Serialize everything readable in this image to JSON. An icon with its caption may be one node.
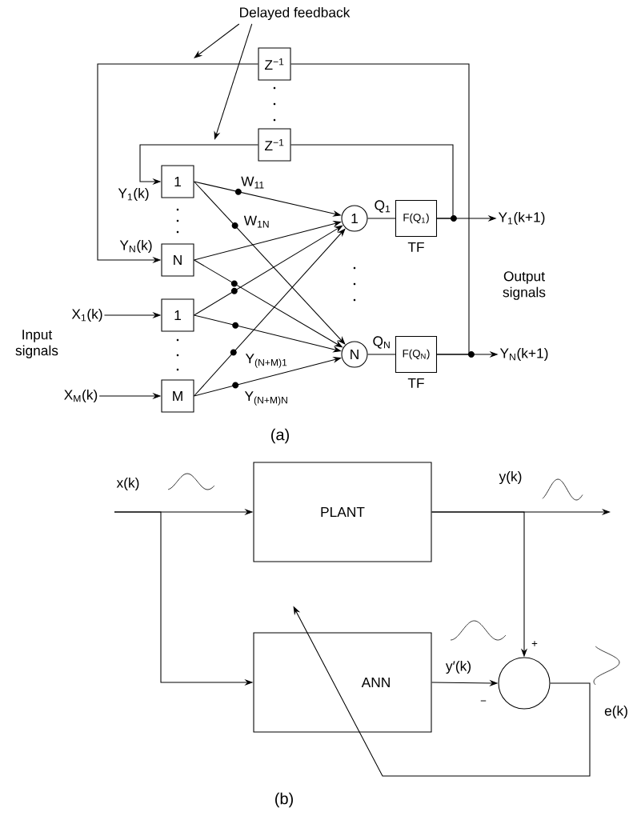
{
  "diagram": {
    "nodes": [
      {
        "text": [
          "Delayed feedback"
        ]
      },
      {
        "text": [
          "Z$^{−1}$"
        ]
      },
      {
        "text": [
          "Z$^{−1}$"
        ]
      },
      {
        "text": [
          "1"
        ]
      },
      {
        "text": [
          "N"
        ]
      },
      {
        "text": [
          "1"
        ]
      },
      {
        "text": [
          "M"
        ]
      },
      {
        "text": [
          "X$_{1}$(k)"
        ]
      },
      {
        "text": [
          "X$_{M}$(k)"
        ]
      },
      {
        "text": [
          "1"
        ]
      },
      {
        "text": [
          "N"
        ]
      },
      {
        "text": [
          "F(Q$_{1}$)"
        ],
        "beside": [
          "TF"
        ]
      },
      {
        "text": [
          "F(Q$_{N}$)"
        ],
        "beside": [
          "TF"
        ]
      },
      {
        "text": [
          "Y$_{1}$(k+1)"
        ]
      },
      {
        "text": [
          "Y$_{N}$(k+1)"
        ]
      },
      {
        "text": [
          "PLANT"
        ]
      },
      {
        "text": [
          "ANN"
        ]
      },
      {
        "text": [],
        "shape": "circle"
      }
    ],
    "edges": [
      {
        "from": 0,
        "to": null,
        "arrow": "to"
      },
      {
        "from": 0,
        "to": null,
        "arrow": "to"
      },
      {
        "from": 11,
        "to": 2,
        "arrow": "none"
      },
      {
        "from": 2,
        "to": 3,
        "arrow": "to",
        "label": "Y$_{1}$(k)"
      },
      {
        "from": 12,
        "to": 1,
        "arrow": "none"
      },
      {
        "from": 1,
        "to": 4,
        "arrow": "to",
        "label": "Y$_{N}$(k)"
      },
      {
        "from": 7,
        "to": 5,
        "arrow": "to"
      },
      {
        "from": 8,
        "to": 6,
        "arrow": "to"
      },
      {
        "from": 3,
        "to": 9,
        "arrow": "to",
        "label": "W$_{11}$"
      },
      {
        "from": 3,
        "to": 10,
        "arrow": "to",
        "label": "W$_{1N}$"
      },
      {
        "from": 4,
        "to": 9,
        "arrow": "to"
      },
      {
        "from": 4,
        "to": 10,
        "arrow": "to"
      },
      {
        "from": 5,
        "to": 9,
        "arrow": "to"
      },
      {
        "from": 5,
        "to": 10,
        "arrow": "to"
      },
      {
        "from": 6,
        "to": 9,
        "arrow": "to",
        "label": "Y$_{(N+M)1}$"
      },
      {
        "from": 6,
        "to": 10,
        "arrow": "to",
        "label": "Y$_{(N+M)N}$"
      },
      {
        "from": 9,
        "to": 11,
        "arrow": "none",
        "label": "Q$_{1}$"
      },
      {
        "from": 10,
        "to": 12,
        "arrow": "none",
        "label": "Q$_{N}$"
      },
      {
        "from": 11,
        "to": 13,
        "arrow": "to"
      },
      {
        "from": 12,
        "to": 14,
        "arrow": "to"
      },
      {
        "from": null,
        "to": 15,
        "arrow": "to",
        "label": "x(k)"
      },
      {
        "from": null,
        "to": 16,
        "arrow": "to"
      },
      {
        "from": 15,
        "to": null,
        "arrow": "to",
        "label": "y(k)"
      },
      {
        "from": 15,
        "to": 17,
        "arrow": "to"
      },
      {
        "from": 16,
        "to": 17,
        "arrow": "to",
        "label": "y′(k)"
      },
      {
        "from": 17,
        "to": 16,
        "arrow": "to",
        "label": "e(k)"
      }
    ],
    "labels": [
      "Output signals",
      "Input signals",
      "(a)",
      "+",
      "−",
      "(b)"
    ]
  }
}
